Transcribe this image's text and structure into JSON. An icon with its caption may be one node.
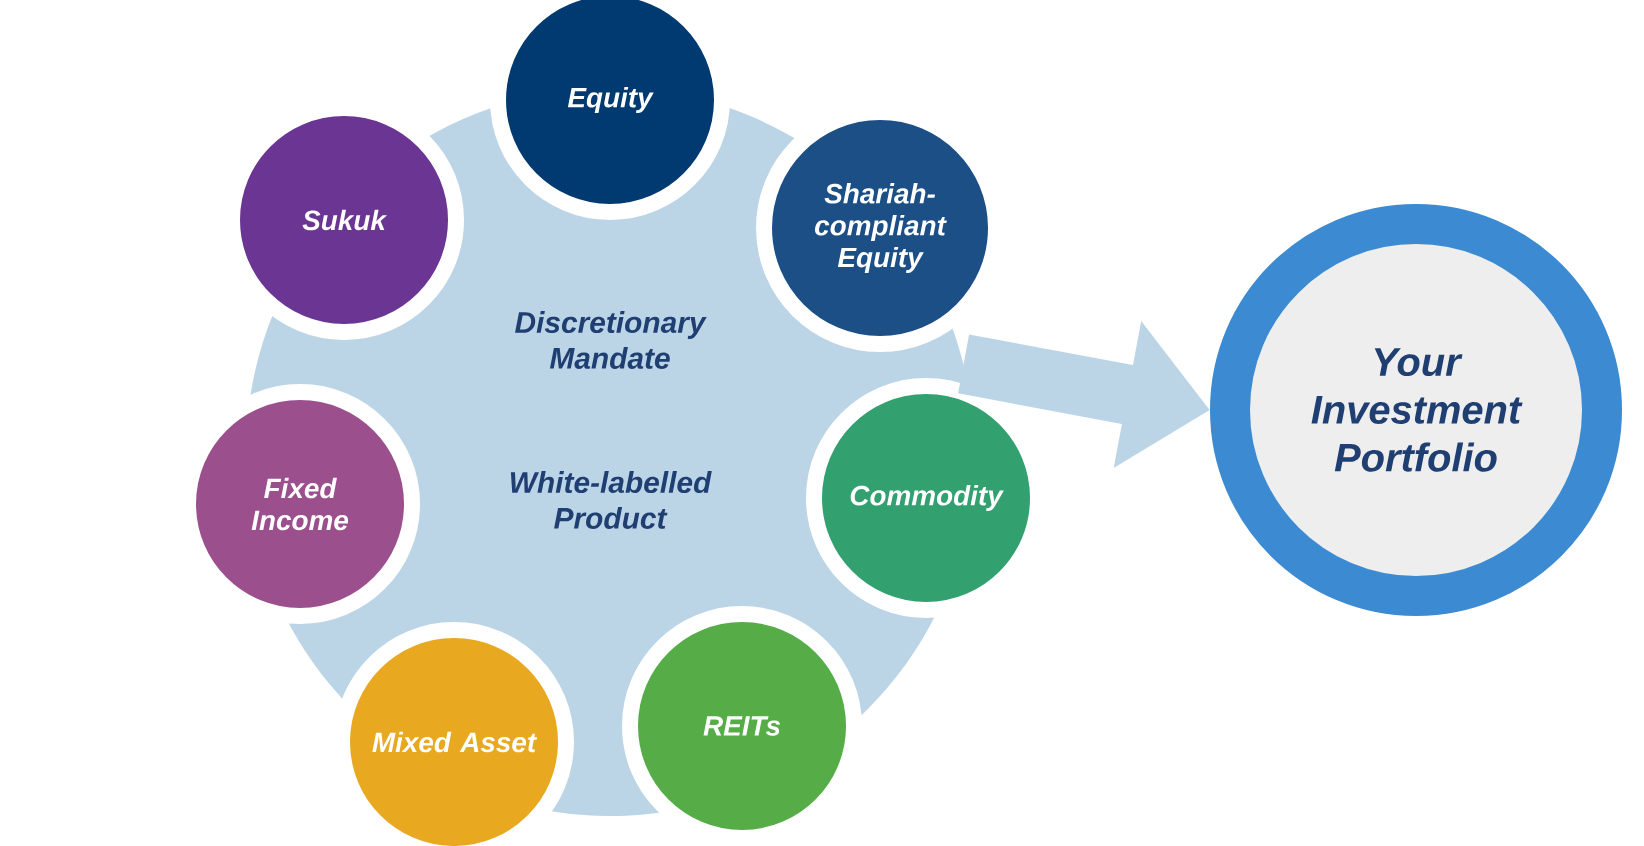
{
  "diagram": {
    "nodes": [
      {
        "text": [
          "Discretionary Mandate",
          "White-labelled Product"
        ]
      },
      {
        "text": [
          "Equity"
        ]
      },
      {
        "text": [
          "Shariah-compliant Equity"
        ]
      },
      {
        "text": [
          "Commodity"
        ]
      },
      {
        "text": [
          "REITs"
        ]
      },
      {
        "text": [
          "Mixed Asset"
        ]
      },
      {
        "text": [
          "Fixed Income"
        ]
      },
      {
        "text": [
          "Sukuk"
        ]
      },
      {
        "text": [
          "Your Investment Portfolio"
        ]
      }
    ],
    "edges": [
      {
        "from": 0,
        "to": 8,
        "arrow": "to"
      }
    ]
  }
}
